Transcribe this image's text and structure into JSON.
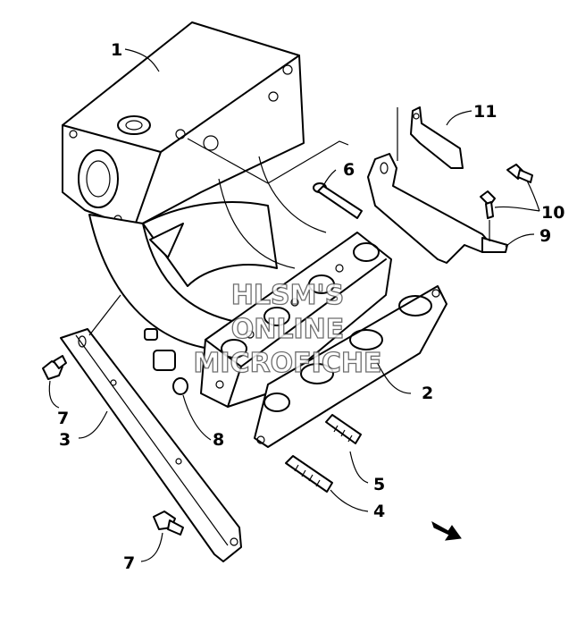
{
  "diagram": {
    "callouts": {
      "c1": "1",
      "c2": "2",
      "c3": "3",
      "c4": "4",
      "c5": "5",
      "c6": "6",
      "c7a": "7",
      "c7b": "7",
      "c8": "8",
      "c9": "9",
      "c10": "10",
      "c11": "11"
    },
    "watermark": {
      "line1": "HLSM'S",
      "line2": "ONLINE",
      "line3": "MICROFICHE"
    },
    "direction_arrow": "front-arrow-icon"
  }
}
